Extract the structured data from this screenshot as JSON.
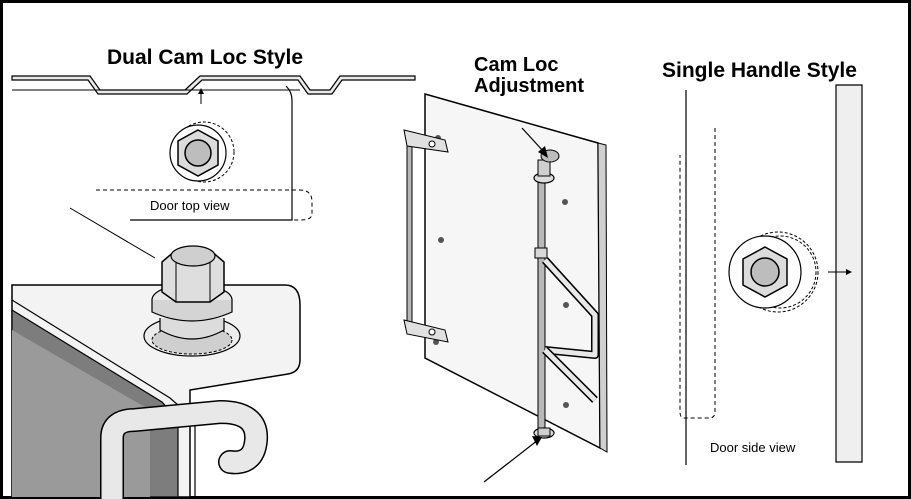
{
  "diagram": {
    "labels": {
      "dual_cam_loc_style": "Dual Cam Loc Style",
      "cam_loc_adjustment_line1": "Cam Loc",
      "cam_loc_adjustment_line2": "Adjustment",
      "single_handle_style": "Single Handle Style",
      "door_top_view": "Door top view",
      "door_side_view": "Door side view"
    },
    "colors": {
      "outline": "#000000",
      "panel_light": "#f2f2f2",
      "panel_mid": "#e4e4e4",
      "panel_gray": "#c9c9c9",
      "glass_dark": "#7d7d7d",
      "rod_gray": "#b8b8b8",
      "background": "#ffffff"
    },
    "icons": [
      "cam-nut-icon",
      "arrow-icon"
    ]
  }
}
